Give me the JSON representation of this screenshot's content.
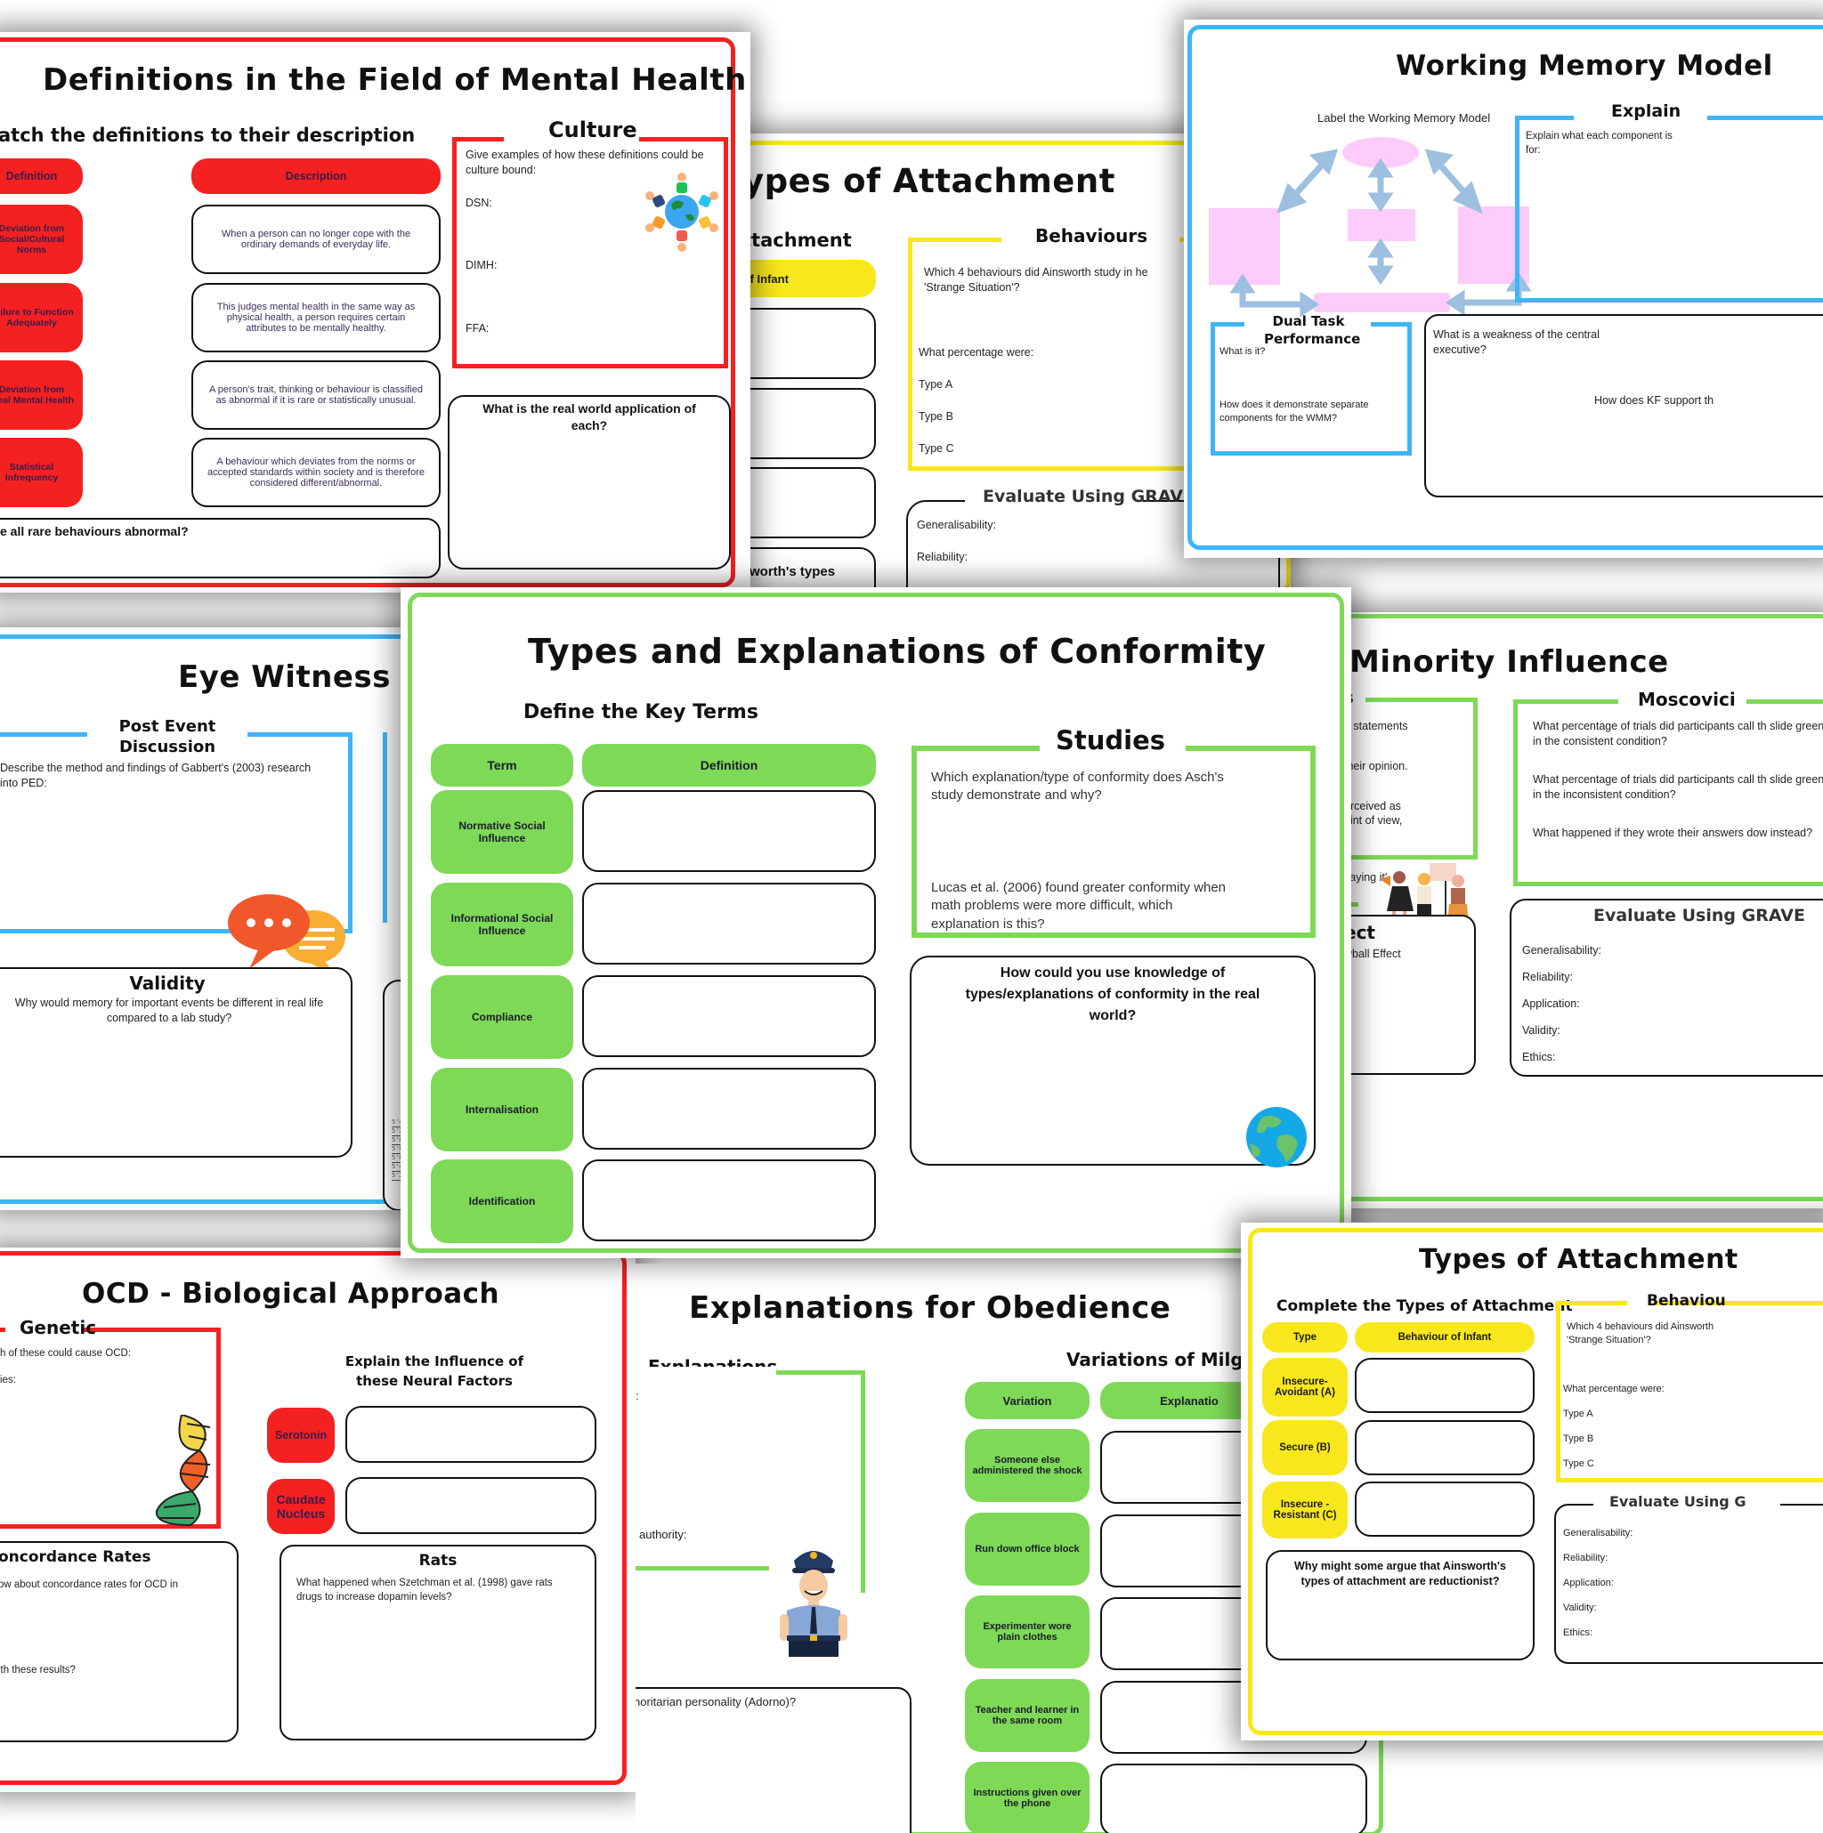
{
  "colors": {
    "red": "#f42121",
    "green": "#7ed957",
    "yellow": "#f8e71c",
    "blue": "#3db5f8",
    "pink": "#fdccfb",
    "arrow": "#9dbfe0"
  },
  "mental_health": {
    "title": "Definitions in the Field of Mental Health",
    "subtitle": "atch the definitions to their description",
    "col_definition": "Definition",
    "col_description": "Description",
    "definitions": [
      "Deviation from Social/Cultural Norms",
      "Failure to Function Adequately",
      "Deviation from Ideal Mental Health",
      "Statistical Infrequency"
    ],
    "descriptions": [
      "When a person can no longer cope with the ordinary demands of everyday life.",
      "This judges mental health in the same way as physical health, a person requires certain attributes to be mentally healthy.",
      "A person's trait, thinking or behaviour is classified as abnormal if it is rare or statistically unusual.",
      "A behaviour which deviates from the norms or accepted standards within society and is therefore considered different/abnormal."
    ],
    "rare_question": "e all rare behaviours abnormal?",
    "culture_heading": "Culture",
    "culture_prompt": "Give examples of how these definitions could be culture bound:",
    "culture_items": [
      "DSN:",
      "DIMH:",
      "FFA:"
    ],
    "application_question": "What is the real world application of each?"
  },
  "attachment_top": {
    "title": "ypes of Attachment",
    "section": "ttachment",
    "col_header": "r of Infant",
    "behaviours_heading": "Behaviours",
    "behaviours_question": "Which 4 behaviours did Ainsworth study in he 'Strange Situation'?",
    "percentage_prompt": "What percentage were:",
    "types": [
      "Type A",
      "Type B",
      "Type C"
    ],
    "grave_heading": "Evaluate Using GRAVE",
    "grave_items": [
      "Generalisability:",
      "Reliability:"
    ],
    "reductionist_partial": "worth's types"
  },
  "wmm": {
    "title": "Working Memory Model",
    "label_prompt": "Label the Working Memory Model",
    "explain_heading": "Explain",
    "explain_prompt": "Explain what each component is for:",
    "dual_heading": "Dual Task Performance",
    "dual_q1": "What is it?",
    "dual_q2": "How does it demonstrate separate components for the WMM?",
    "weakness_q": "What is a weakness of the central executive?",
    "kf_q": "How does KF support th"
  },
  "eyewitness": {
    "title": "Eye Witness T",
    "ped_heading": "Post Event Discussion",
    "ped_prompt": "Describe the method and findings of Gabbert's (2003) research into PED:",
    "validity_heading": "Validity",
    "validity_prompt": "Why would memory for important events be different in real life compared to a lab study?",
    "ruler_marks": [
      "5'4\"",
      "5'2\"",
      "5'0\"",
      "5'8\"",
      "5'6\"",
      "5'4\"",
      "5'2\""
    ]
  },
  "conformity": {
    "title": "Types and Explanations of Conformity",
    "subtitle": "Define the Key Terms",
    "col_term": "Term",
    "col_definition": "Definition",
    "terms": [
      "Normative Social Influence",
      "Informational Social Influence",
      "Compliance",
      "Internalisation",
      "Identification"
    ],
    "studies_heading": "Studies",
    "studies_q1": "Which explanation/type of conformity does Asch's study demonstrate and why?",
    "studies_q2": "Lucas et al. (2006) found greater conformity when math problems were more difficult, which explanation is this?",
    "real_world_q": "How could you use knowledge of types/explanations of conformity in the real world?"
  },
  "minority": {
    "title": "Minority Influence",
    "left_heading_partial": "s",
    "left_lines": [
      "e statements",
      "their opinion.",
      "erceived as",
      "oint of view,",
      "saying it'."
    ],
    "effect_heading_partial": "ect",
    "effect_text_partial": "wball Effect",
    "moscovici_heading": "Moscovici",
    "moscovici_q1": "What percentage of trials did participants call th slide green in the consistent condition?",
    "moscovici_q2": "What percentage of trials did participants call th slide green in the inconsistent condition?",
    "moscovici_q3": "What happened if they wrote their answers dow instead?",
    "grave_heading": "Evaluate Using GRAVE",
    "grave_items": [
      "Generalisability:",
      "Reliability:",
      "Application:",
      "Validity:",
      "Ethics:"
    ]
  },
  "ocd": {
    "title": "OCD - Biological Approach",
    "genetic_heading": "Genetic",
    "genetic_q1": "h of these could cause OCD:",
    "genetic_q2": "ies:",
    "neural_heading": "Explain the Influence of these Neural Factors",
    "neural_factors": [
      "Serotonin",
      "Caudate Nucleus"
    ],
    "concordance_heading": "oncordance Rates",
    "concordance_q1": "ow about concordance rates for OCD in",
    "concordance_q2": "ith these results?",
    "rats_heading": "Rats",
    "rats_q": "What happened when Szetchman et al. (1998) gave rats drugs to increase dopamin levels?"
  },
  "obedience": {
    "title": "Explanations for Obedience",
    "explanations_heading": "Explanations",
    "explanation_colon": ":",
    "authority_text": "authority:",
    "adorno_q": "horitarian personality (Adorno)?",
    "variations_heading": "Variations of Milg",
    "col_variation": "Variation",
    "col_explanation": "Explanatio",
    "variations": [
      "Someone else administered the shock",
      "Run down office block",
      "Experimenter wore plain clothes",
      "Teacher and learner in the same room",
      "Instructions given over the phone"
    ]
  },
  "attachment_bottom": {
    "title": "Types of Attachment",
    "subtitle": "Complete the Types of Attachment",
    "col_type": "Type",
    "col_behaviour": "Behaviour of Infant",
    "types": [
      "Insecure-Avoidant (A)",
      "Secure (B)",
      "Insecure - Resistant (C)"
    ],
    "reductionist_q": "Why might some argue that Ainsworth's types of attachment are reductionist?",
    "behaviours_heading": "Behaviou",
    "behaviours_q": "Which 4 behaviours did Ainsworth 'Strange Situation'?",
    "percentage_prompt": "What percentage were:",
    "pct_types": [
      "Type A",
      "Type B",
      "Type C"
    ],
    "grave_heading": "Evaluate Using G",
    "grave_items": [
      "Generalisability:",
      "Reliability:",
      "Application:",
      "Validity:",
      "Ethics:"
    ]
  }
}
